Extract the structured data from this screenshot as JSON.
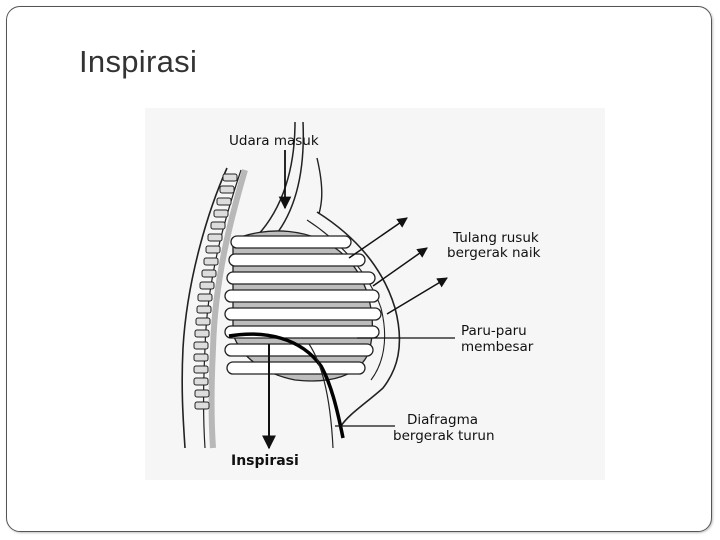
{
  "slide": {
    "title": "Inspirasi"
  },
  "diagram": {
    "labels": {
      "air_in": "Udara masuk",
      "ribs_line1": "Tulang rusuk",
      "ribs_line2": "bergerak naik",
      "lungs_line1": "Paru-paru",
      "lungs_line2": "membesar",
      "diaphragm_line1": "Diafragma",
      "diaphragm_line2": "bergerak turun",
      "caption": "Inspirasi"
    }
  }
}
